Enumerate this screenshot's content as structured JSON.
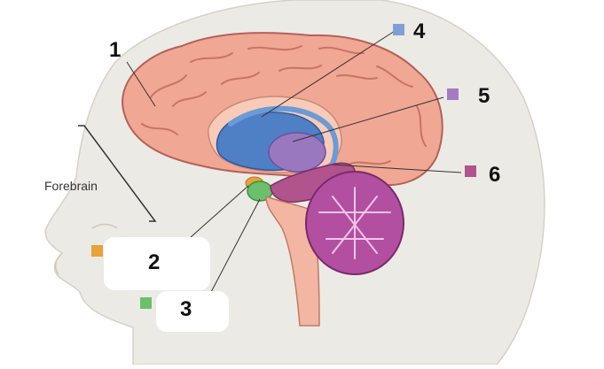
{
  "diagram": {
    "region_label": "Forebrain",
    "labels": [
      {
        "id": "1",
        "text": "1",
        "color": ""
      },
      {
        "id": "2",
        "text": "2",
        "color": "#e8a23a"
      },
      {
        "id": "3",
        "text": "3",
        "color": "#6cc06c"
      },
      {
        "id": "4",
        "text": "4",
        "color": "#7f9fd6"
      },
      {
        "id": "5",
        "text": "5",
        "color": "#a47bc2"
      },
      {
        "id": "6",
        "text": "6",
        "color": "#b1538d"
      }
    ]
  },
  "colors": {
    "cerebrum": "#f0a793",
    "cerebrum_outline": "#b4605a",
    "ventricle": "#4f7fc4",
    "thalamus": "#9a78c0",
    "brainstem": "#f2b6a2",
    "cerebellum": "#b34fa0",
    "head_skin": "#e9e5df"
  }
}
